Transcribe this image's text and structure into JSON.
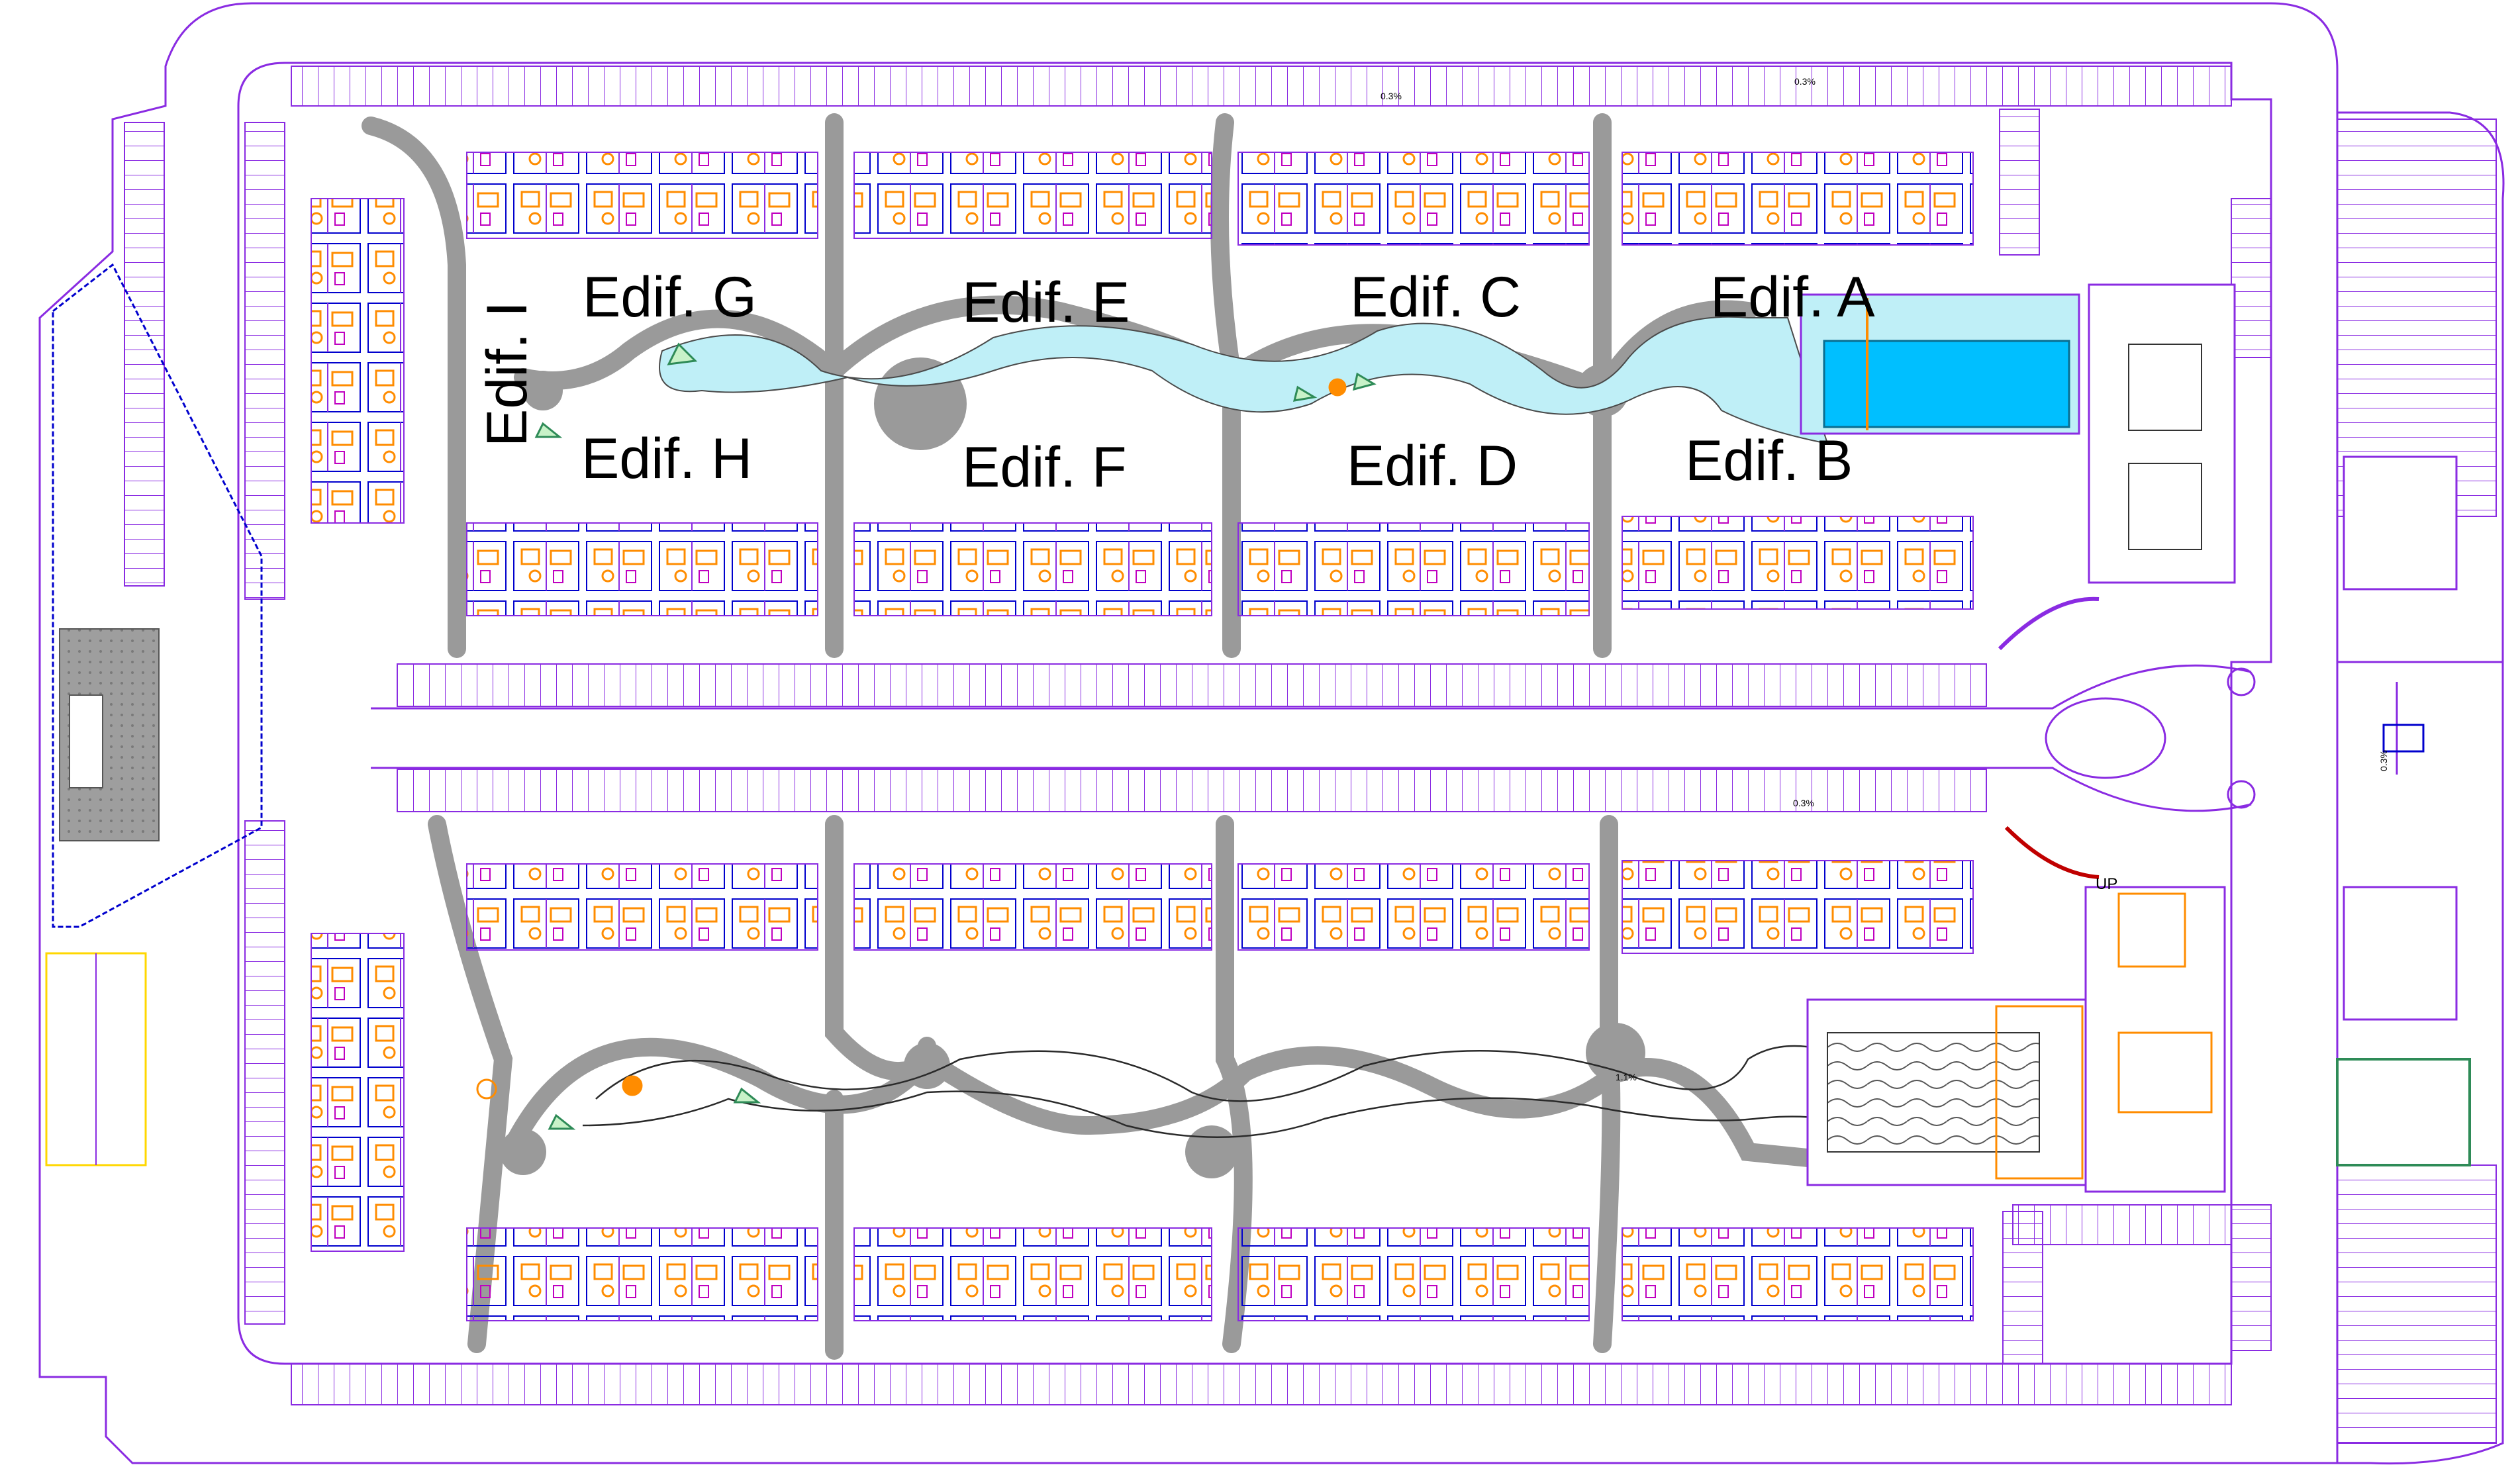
{
  "buildings": {
    "a": "Edif. A",
    "b": "Edif. B",
    "c": "Edif. C",
    "d": "Edif. D",
    "e": "Edif. E",
    "f": "Edif. F",
    "g": "Edif. G",
    "h": "Edif. H",
    "i": "Edif. I"
  },
  "annotations": {
    "up": "UP",
    "slope_top_1": "0.3%",
    "slope_top_2": "0.3%",
    "slope_mid": "0.3%",
    "slope_right": "0.3%",
    "slope_pond": "1.1%"
  },
  "colors": {
    "outline": "#8a2be2",
    "path": "#9a9a9a",
    "water": "#bfeff7",
    "pool": "#00bfff",
    "furniture": "#ff8c00",
    "wall": "#0000cd"
  }
}
